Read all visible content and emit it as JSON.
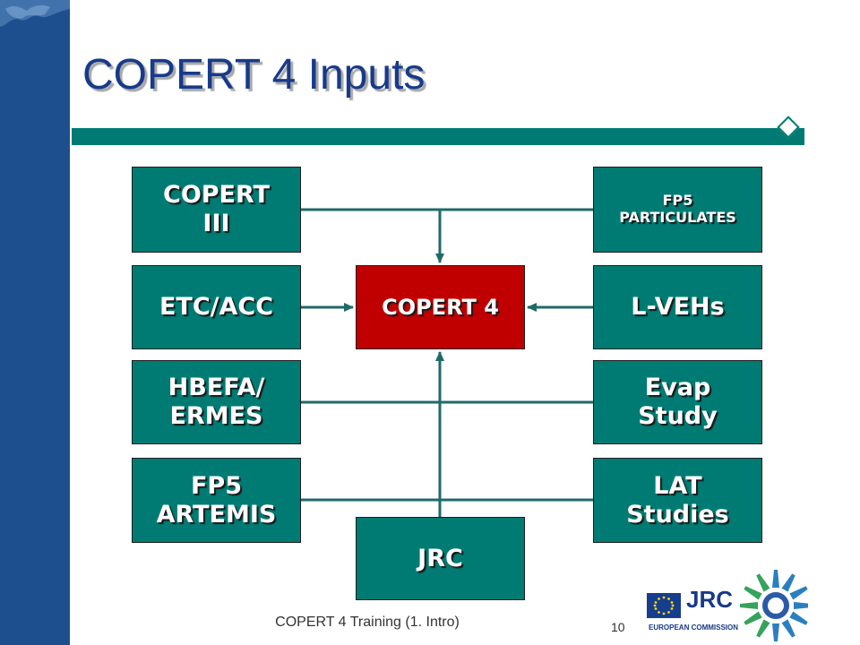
{
  "title": "COPERT 4 Inputs",
  "boxes": {
    "copert_iii": "COPERT\nIII",
    "fp5_particulates": "FP5\nPARTICULATES",
    "etc_acc": "ETC/ACC",
    "copert4": "COPERT 4",
    "l_vehs": "L-VEHs",
    "hbefa_ermes": "HBEFA/\nERMES",
    "evap_study": "Evap\nStudy",
    "fp5_artemis": "FP5\nARTEMIS",
    "lat_studies": "LAT\nStudies",
    "jrc": "JRC"
  },
  "footer": {
    "caption": "COPERT 4 Training (1. Intro)",
    "page_number": "10"
  },
  "logo": {
    "name": "JRC",
    "subtitle": "EUROPEAN COMMISSION"
  },
  "colors": {
    "box_teal": "#007b73",
    "box_red": "#c00000",
    "title_blue": "#173a8a",
    "sidebar_blue": "#1d4f8e"
  }
}
